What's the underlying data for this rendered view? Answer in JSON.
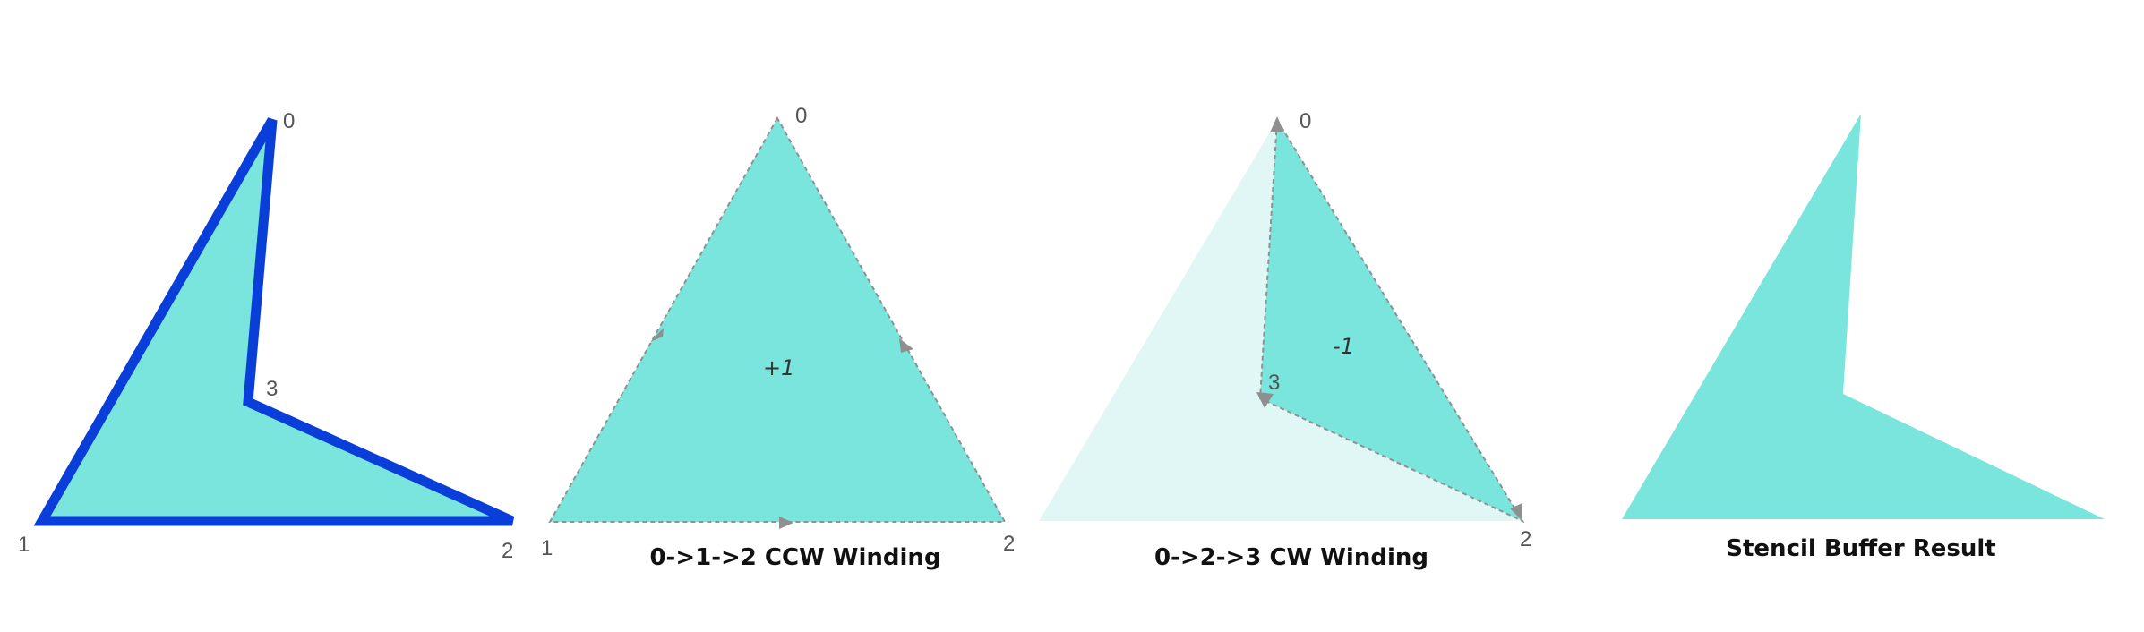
{
  "colors": {
    "fill": "#79e5dc",
    "fill_light": "#e0f7f5",
    "outline": "#0a3ed8",
    "edge": "#909090",
    "arrow": "#8f8f8f"
  },
  "panel1": {
    "labels": {
      "v0": "0",
      "v1": "1",
      "v2": "2",
      "v3": "3"
    }
  },
  "panel2": {
    "labels": {
      "v0": "0",
      "v1": "1",
      "v2": "2"
    },
    "region_label": "+1",
    "caption": "0->1->2 CCW Winding"
  },
  "panel3": {
    "labels": {
      "v0": "0",
      "v2": "2",
      "v3": "3"
    },
    "region_label": "-1",
    "caption": "0->2->3 CW Winding"
  },
  "panel4": {
    "caption": "Stencil Buffer Result"
  }
}
